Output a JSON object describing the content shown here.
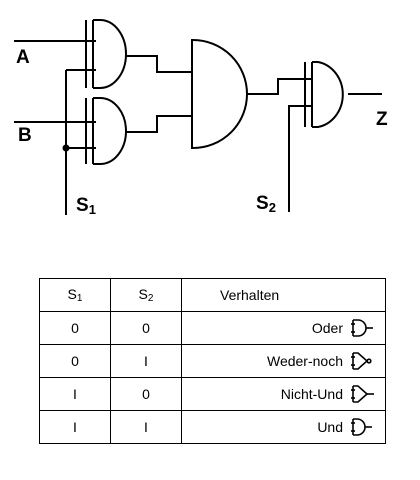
{
  "diagram": {
    "inputs": [
      "A",
      "B"
    ],
    "output": "Z",
    "select1": {
      "letter": "S",
      "index": "1"
    },
    "select2": {
      "letter": "S",
      "index": "2"
    }
  },
  "table": {
    "headers": [
      {
        "letter": "S",
        "index": "1"
      },
      {
        "letter": "S",
        "index": "2"
      },
      {
        "text": "Verhalten"
      }
    ],
    "rows": [
      {
        "s1": "0",
        "s2": "0",
        "behavior": "Oder",
        "symbol": "or-gate-icon"
      },
      {
        "s1": "0",
        "s2": "I",
        "behavior": "Weder-noch",
        "symbol": "nor-gate-icon"
      },
      {
        "s1": "I",
        "s2": "0",
        "behavior": "Nicht-Und",
        "symbol": "nand-gate-icon"
      },
      {
        "s1": "I",
        "s2": "I",
        "behavior": "Und",
        "symbol": "and-gate-icon"
      }
    ]
  }
}
